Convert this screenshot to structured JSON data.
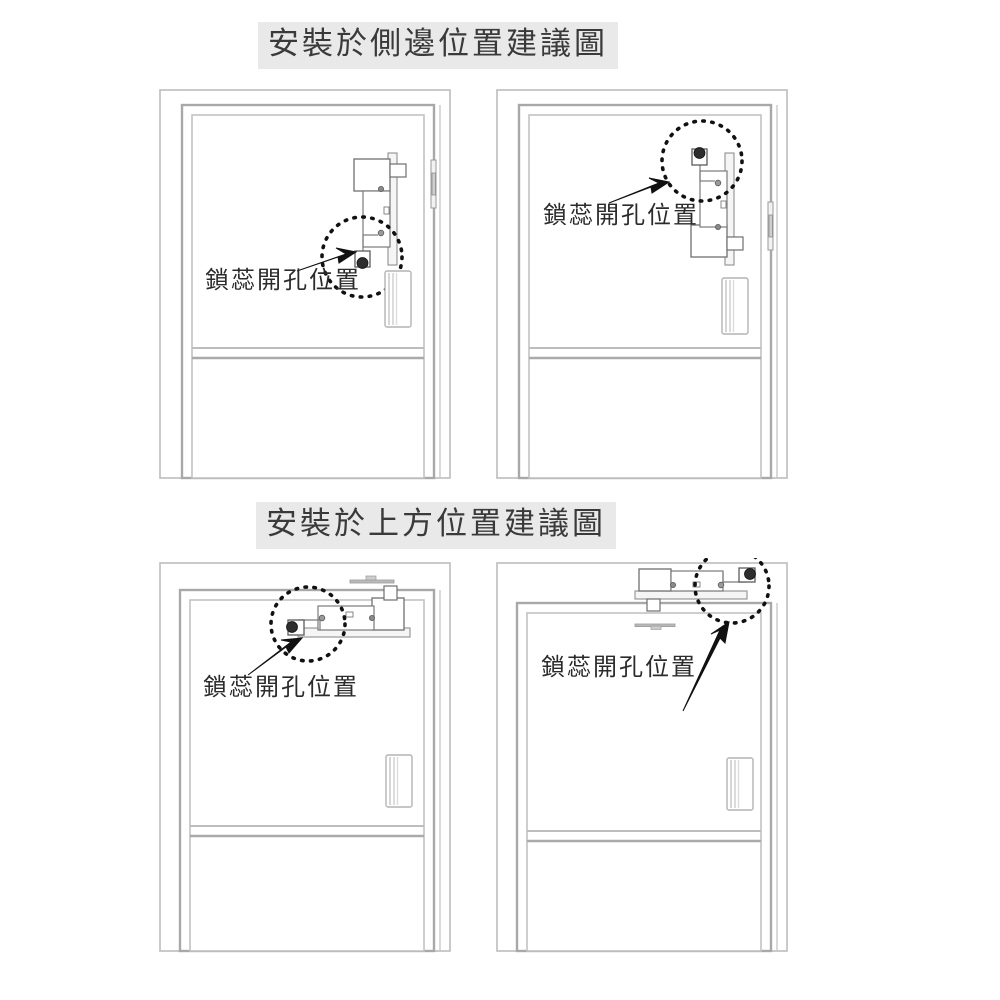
{
  "document": {
    "type": "installation-diagram",
    "language": "zh-Hant"
  },
  "sections": [
    {
      "id": "side-mount",
      "title": "安裝於側邊位置建議圖",
      "panels": [
        {
          "id": "side-left",
          "orientation": "vertical-lock-cylinder-bottom",
          "callout_label": "鎖蕊開孔位置",
          "callout_target": "lock-cylinder-hole"
        },
        {
          "id": "side-right",
          "orientation": "vertical-lock-cylinder-top",
          "callout_label": "鎖蕊開孔位置",
          "callout_target": "lock-cylinder-hole"
        }
      ]
    },
    {
      "id": "top-mount",
      "title": "安裝於上方位置建議圖",
      "panels": [
        {
          "id": "top-left",
          "orientation": "horizontal-lock-cylinder-left",
          "callout_label": "鎖蕊開孔位置",
          "callout_target": "lock-cylinder-hole"
        },
        {
          "id": "top-right",
          "orientation": "horizontal-lock-cylinder-right-above-frame",
          "callout_label": "鎖蕊開孔位置",
          "callout_target": "lock-cylinder-hole"
        }
      ]
    }
  ],
  "labels": {
    "lock_cylinder_hole": "鎖蕊開孔位置"
  },
  "colors": {
    "title_background": "#e9e9e9",
    "title_text": "#3a3a3a",
    "label_text": "#2b2b2b",
    "line_light": "#c9c9c9",
    "line_medium": "#9a9a9a",
    "line_dark": "#555555",
    "arrow": "#111111",
    "page_background": "#ffffff"
  }
}
